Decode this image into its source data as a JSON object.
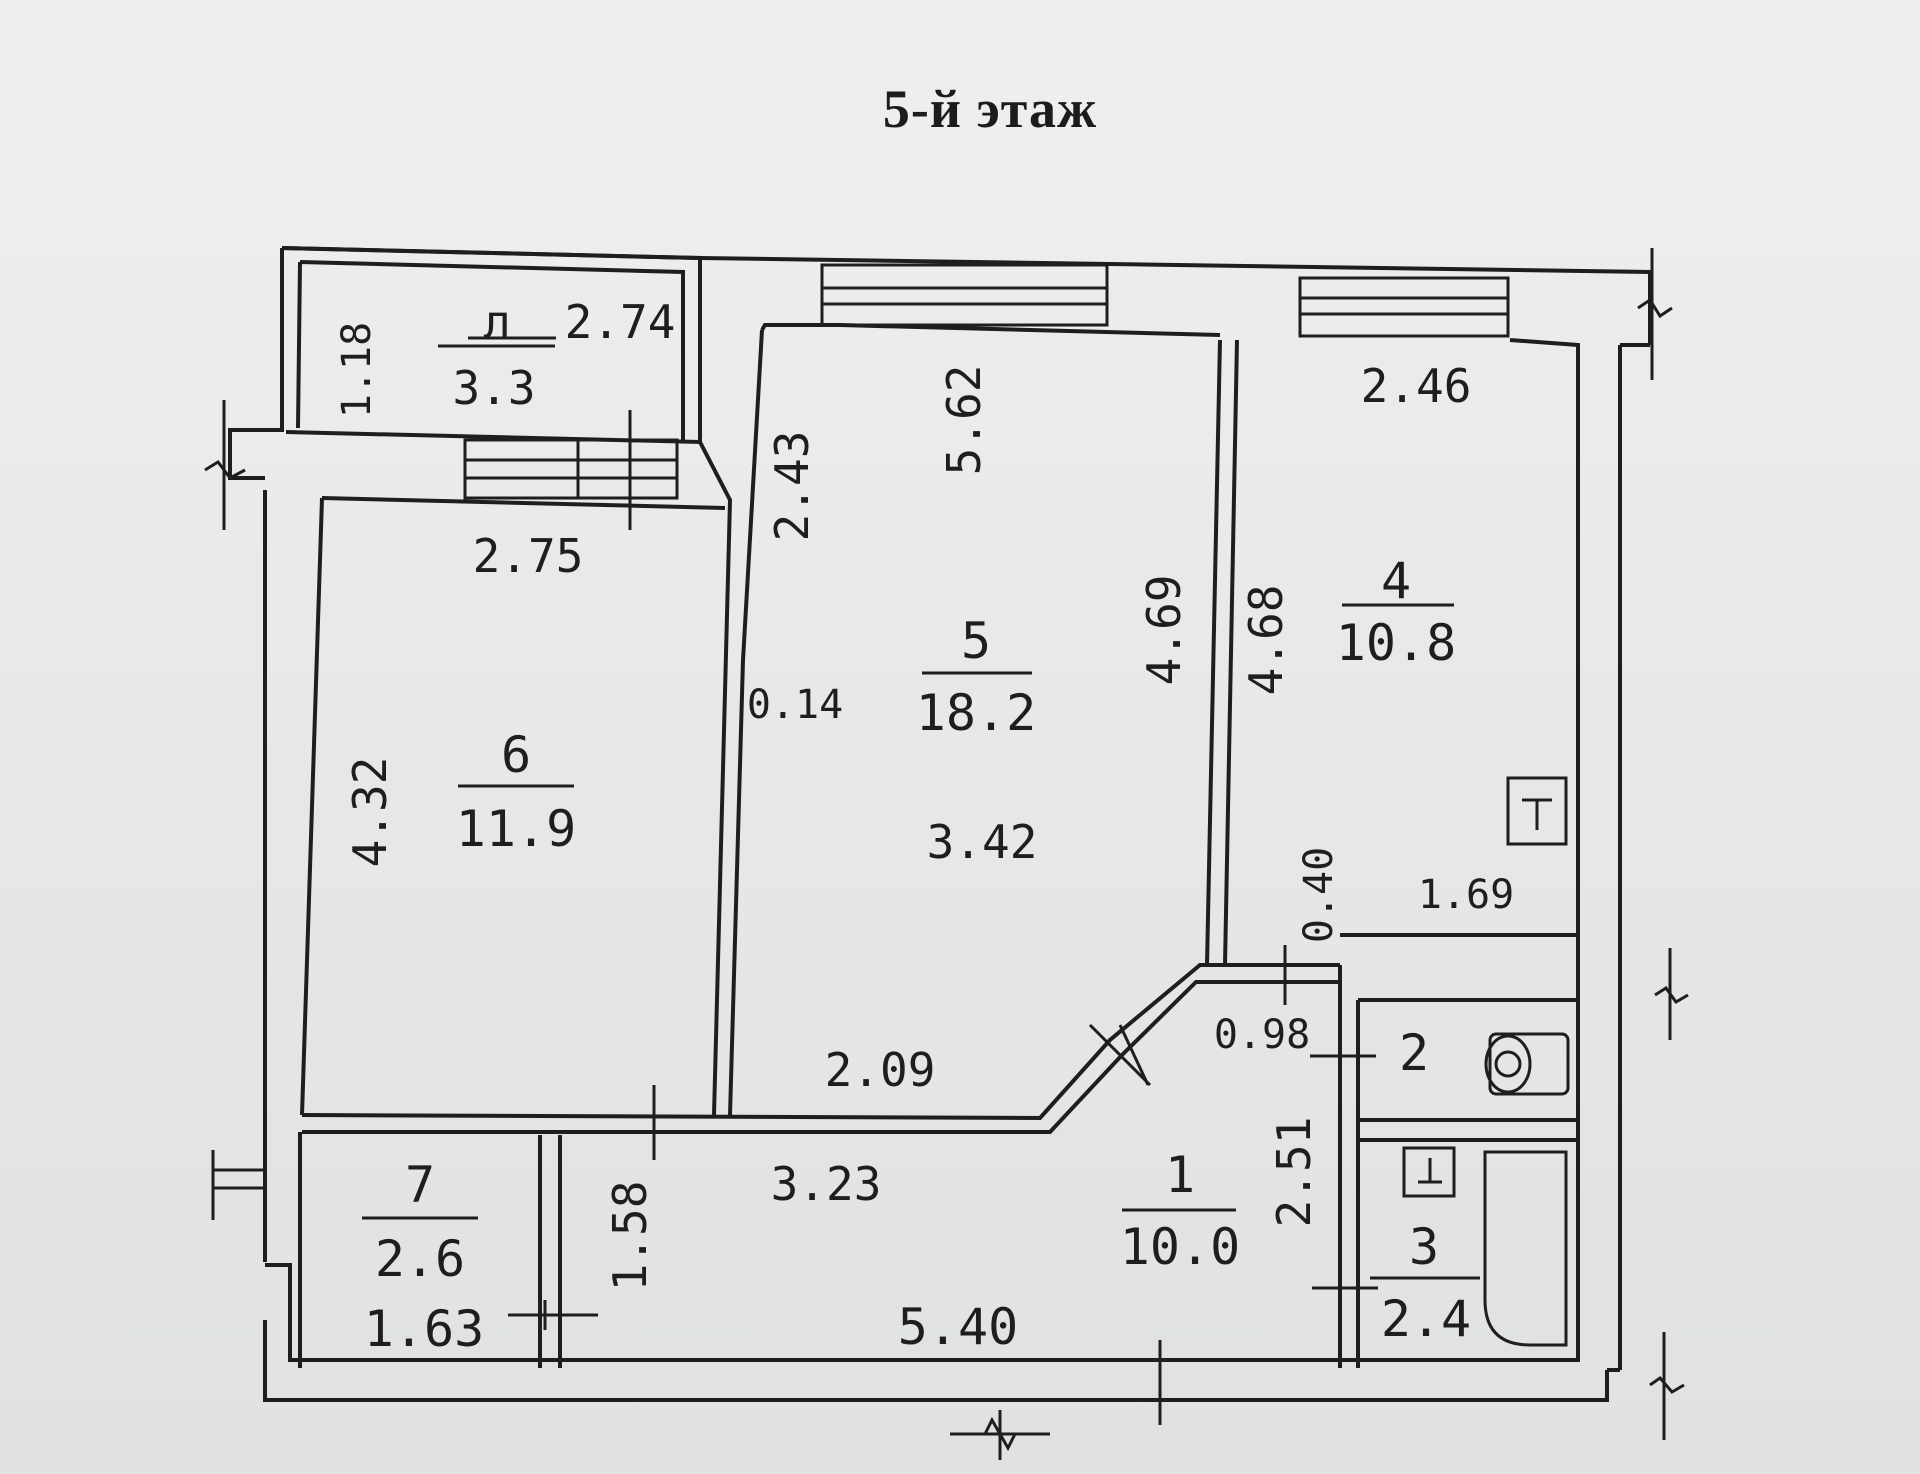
{
  "title": "5-й этаж",
  "rooms": [
    {
      "number": "1",
      "area": "10.0"
    },
    {
      "number": "2",
      "area": ""
    },
    {
      "number": "3",
      "area": "2.4"
    },
    {
      "number": "4",
      "area": "10.8"
    },
    {
      "number": "5",
      "area": "18.2"
    },
    {
      "number": "6",
      "area": "11.9"
    },
    {
      "number": "7",
      "area": "2.6"
    }
  ],
  "loggia": {
    "label": "л",
    "area": "3.3"
  },
  "dimensions": {
    "loggia_depth": "1.18",
    "loggia_length": "2.74",
    "room5_length": "5.62",
    "room5_door_offset": "2.43",
    "room5_wall_step": "0.14",
    "room5_width": "3.42",
    "room5_right_wall": "4.69",
    "room5_bottom": "2.09",
    "room4_width": "2.46",
    "room4_left": "4.68",
    "room4_offset": "0.40",
    "room4_bottom": "1.69",
    "room6_width": "2.75",
    "room6_length": "4.32",
    "hall_width": "3.23",
    "hall_depth": "2.51",
    "hall_length": "5.40",
    "wc_width": "0.98",
    "closet_depth": "1.58",
    "closet_width": "1.63"
  },
  "fixture_symbols": {
    "stove": "⊤",
    "sink": "⊥"
  }
}
